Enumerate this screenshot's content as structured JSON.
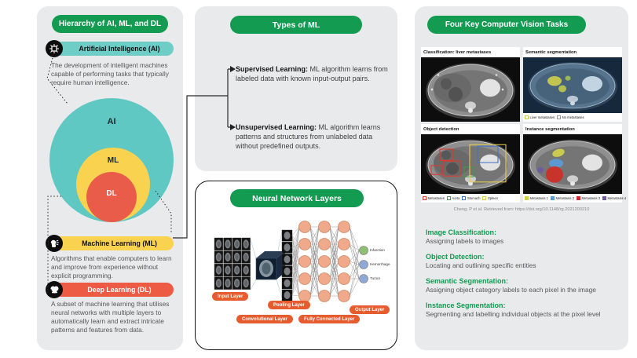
{
  "colors": {
    "accent_green": "#129b51",
    "teal": "#6fcdc8",
    "yellow": "#f9d34f",
    "red_orange": "#ee5b45",
    "layer_label_orange": "#e65c2e",
    "panel_gray": "#e9eaeb"
  },
  "hierarchy_panel": {
    "title": "Hierarchy of AI, ML, and DL",
    "ai": {
      "label": "Artificial Intelligence (AI)",
      "desc": "The development of intelligent machines capable of performing tasks that typically require human intelligence."
    },
    "ml": {
      "label": "Machine Learning (ML)",
      "desc": "Algorithms that enable computers to learn and improve from experience without explicit programming."
    },
    "dl": {
      "label": "Deep Learning (DL)",
      "desc": "A subset of machine learning that utilises neural networks with multiple layers to automatically learn and extract intricate patterns and features from data."
    },
    "circles": {
      "outer": "AI",
      "middle": "ML",
      "inner": "DL"
    }
  },
  "types_panel": {
    "title": "Types of ML",
    "entries": [
      {
        "term": "Supervised Learning:",
        "desc": " ML algorithm learns from labeled data with known input-output pairs."
      },
      {
        "term": "Unsupervised Learning:",
        "desc": " ML algorithm learns patterns and structures from unlabeled data without predefined outputs."
      }
    ]
  },
  "nn_panel": {
    "title": "Neural Network Layers",
    "layer_labels": [
      "Input Layer",
      "Convolutional Layer",
      "Pooling Layer",
      "Fully Connected Layer",
      "Output Layer"
    ],
    "output_labels": [
      "Infarction",
      "Hemorrhage",
      "Tumor"
    ],
    "output_node_colors": [
      "#8fbf72",
      "#90a8d8",
      "#90a8d8"
    ]
  },
  "cv_panel": {
    "title": "Four Key Computer Vision Tasks",
    "cards": [
      {
        "caption": "Classification: liver metastases"
      },
      {
        "caption": "Semantic segmentation",
        "legend": [
          {
            "label": "Liver metastases",
            "color": "#c9c94f"
          },
          {
            "label": "No metastases",
            "color": "#9a9a9a"
          }
        ]
      },
      {
        "caption": "Object detection",
        "legend": [
          {
            "label": "Metastases",
            "color": "#e0372e"
          },
          {
            "label": "Aorta",
            "color": "#3f9b48"
          },
          {
            "label": "Stomach",
            "color": "#4472c4"
          },
          {
            "label": "Spleen",
            "color": "#e6c94c"
          }
        ]
      },
      {
        "caption": "Instance segmentation",
        "legend": [
          {
            "label": "Metastasis 1",
            "color": "#cfcf4e"
          },
          {
            "label": "Metastasis 2",
            "color": "#5b9bd5"
          },
          {
            "label": "Metastasis 3",
            "color": "#cc2f28"
          },
          {
            "label": "Metastasis 4",
            "color": "#6f5aa0"
          }
        ]
      }
    ],
    "citation": "Cheng, P et al. Retrieved from: https://doi.org/10.1148/rg.2021200210",
    "definitions": [
      {
        "term": "Image Classification:",
        "desc": "Assigning labels to images"
      },
      {
        "term": "Object Detection:",
        "desc": "Locating and outlining specific entities"
      },
      {
        "term": "Semantic Segmentation:",
        "desc": "Assigning object category labels to each pixel in the image"
      },
      {
        "term": "Instance Segmentation:",
        "desc": "Segmenting and labelling individual objects at the pixel level"
      }
    ]
  }
}
